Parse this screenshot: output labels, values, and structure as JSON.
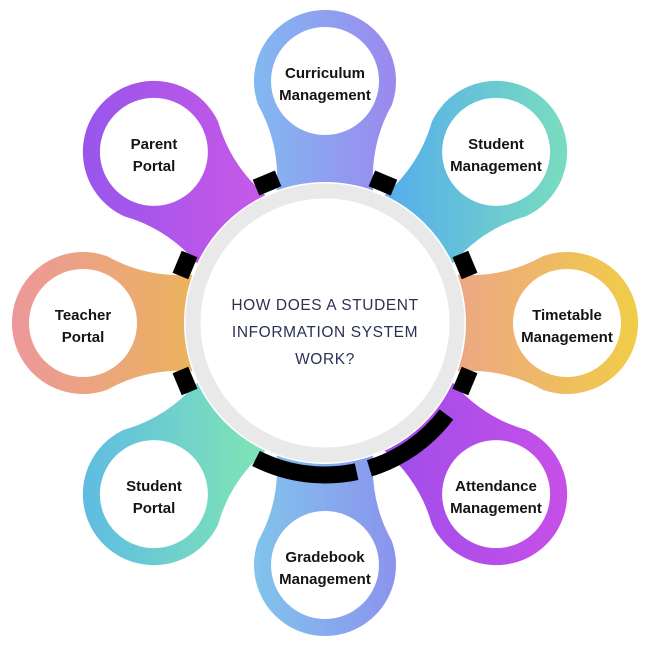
{
  "diagram": {
    "background": "#ffffff",
    "tick_color": "#000000",
    "label_color": "#141414",
    "center": {
      "title_line1": "HOW DOES A STUDENT",
      "title_line2": "INFORMATION SYSTEM",
      "title_line3": "WORK?",
      "text_color": "#2b3156",
      "ring_color": "#e9e9e9",
      "fill_color": "#ffffff"
    },
    "petals": [
      {
        "id": "curriculum-management",
        "line1": "Curriculum",
        "line2": "Management",
        "gradient_from": "#7bc6f1",
        "gradient_to": "#a27bee"
      },
      {
        "id": "student-management",
        "line1": "Student",
        "line2": "Management",
        "gradient_from": "#55adec",
        "gradient_to": "#81e7b5"
      },
      {
        "id": "timetable-management",
        "line1": "Timetable",
        "line2": "Management",
        "gradient_from": "#eca784",
        "gradient_to": "#f2d53a"
      },
      {
        "id": "attendance-management",
        "line1": "Attendance",
        "line2": "Management",
        "gradient_from": "#9f4deb",
        "gradient_to": "#d050e7"
      },
      {
        "id": "gradebook-management",
        "line1": "Gradebook",
        "line2": "Management",
        "gradient_from": "#7fd1ec",
        "gradient_to": "#8d86ee"
      },
      {
        "id": "student-portal",
        "line1": "Student",
        "line2": "Portal",
        "gradient_from": "#58b3ec",
        "gradient_to": "#7fe5b5"
      },
      {
        "id": "teacher-portal",
        "line1": "Teacher",
        "line2": "Portal",
        "gradient_from": "#ec92a8",
        "gradient_to": "#ebb35e"
      },
      {
        "id": "parent-portal",
        "line1": "Parent",
        "line2": "Portal",
        "gradient_from": "#8d55ec",
        "gradient_to": "#c958e8"
      }
    ]
  }
}
